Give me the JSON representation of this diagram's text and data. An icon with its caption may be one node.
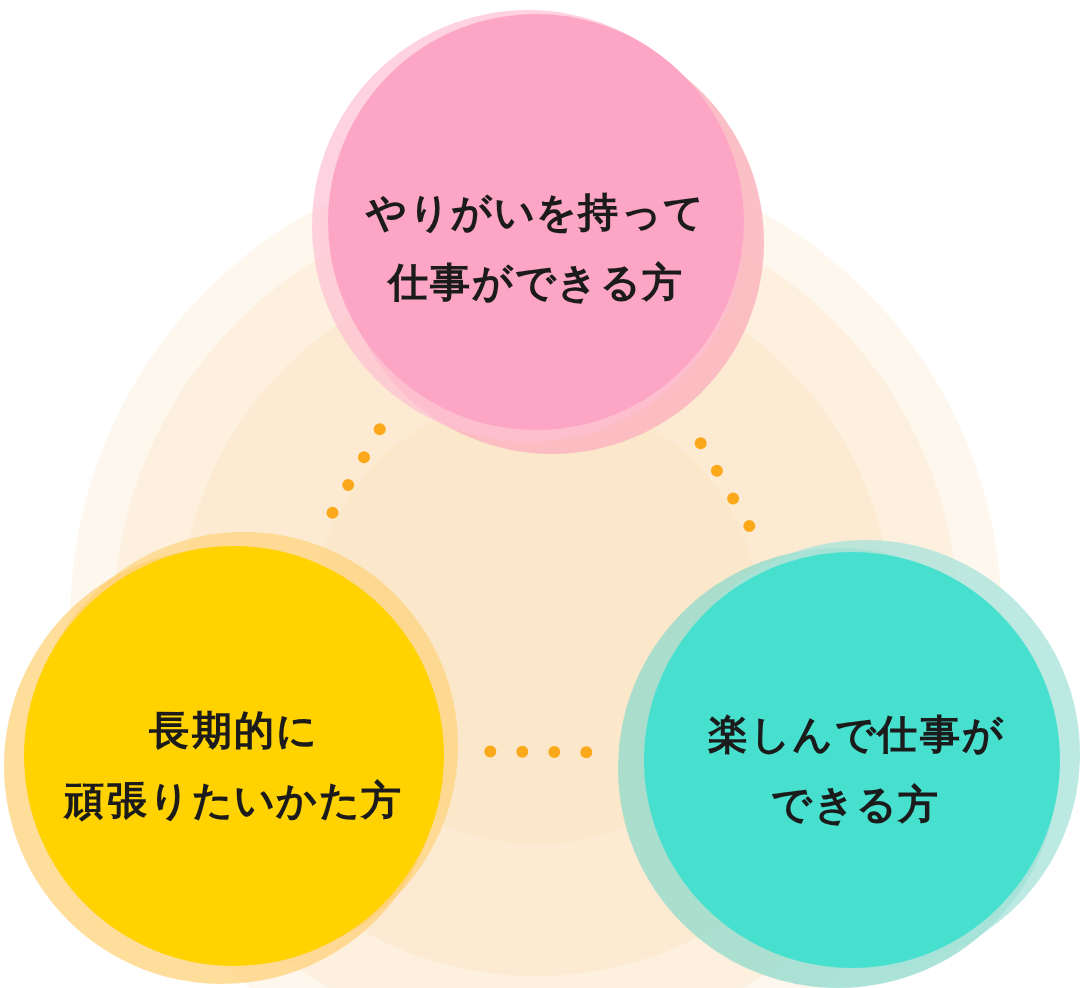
{
  "diagram": {
    "nodes": [
      {
        "text": [
          "やりがいを持って仕事ができる方"
        ]
      },
      {
        "text": [
          "長期的に頑張りたいかた方"
        ]
      },
      {
        "text": [
          "楽しんで仕事ができる方"
        ]
      }
    ],
    "edges": [
      {
        "from": 0,
        "to": 1,
        "arrow": "none",
        "style": "dashed"
      },
      {
        "from": 0,
        "to": 2,
        "arrow": "none",
        "style": "dashed"
      },
      {
        "from": 1,
        "to": 2,
        "arrow": "none",
        "style": "dashed"
      }
    ]
  }
}
